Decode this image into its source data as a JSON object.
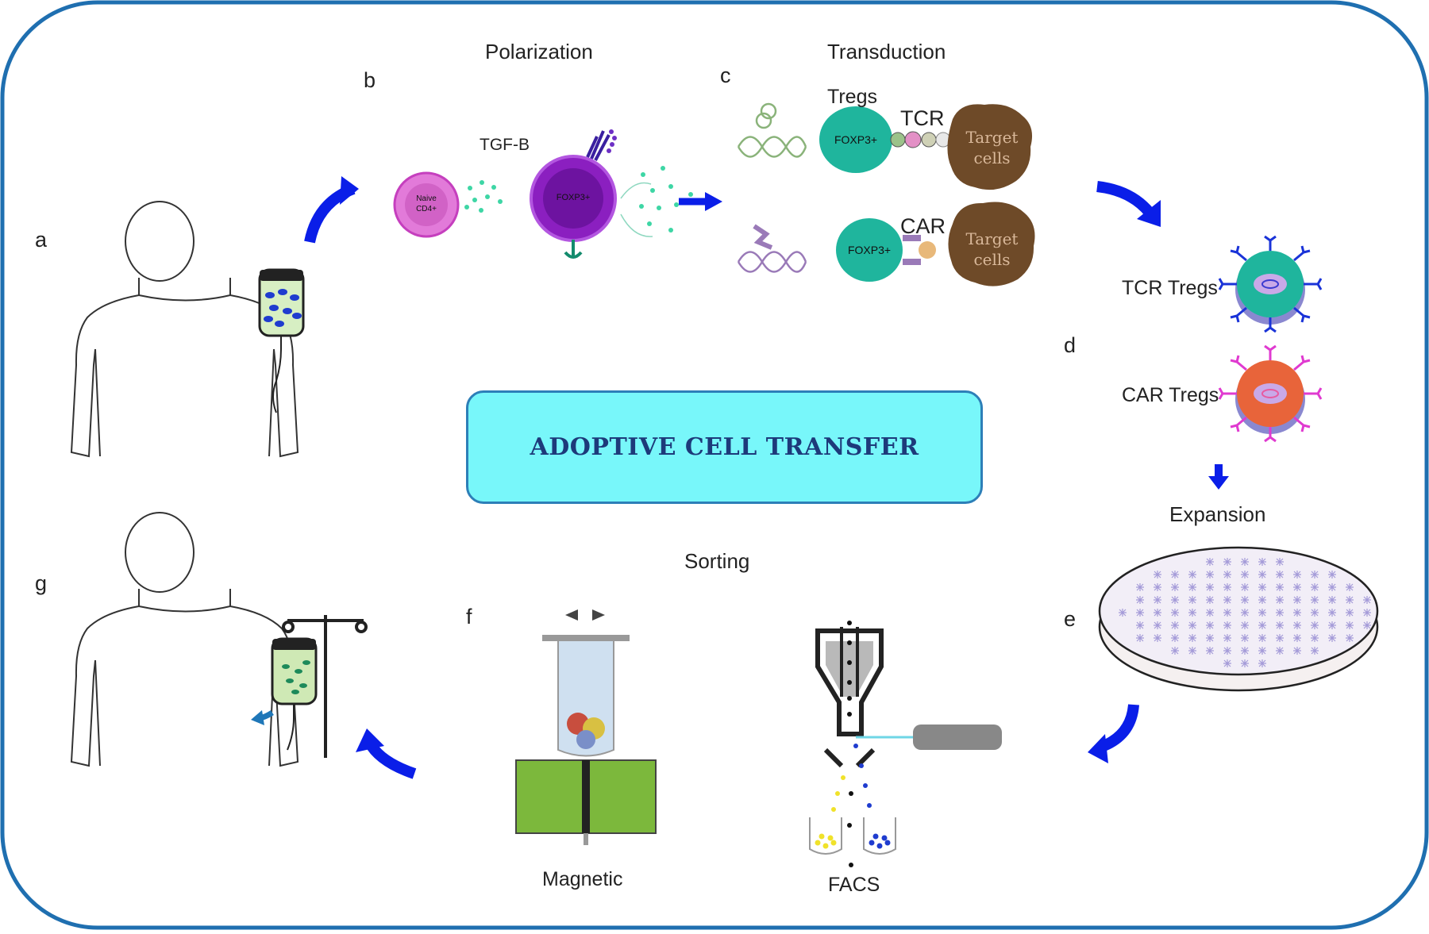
{
  "title": "ADOPTIVE CELL TRANSFER",
  "panels": {
    "a": "a",
    "b": "b",
    "c": "c",
    "d": "d",
    "e": "e",
    "f": "f",
    "g": "g"
  },
  "sections": {
    "polarization": "Polarization",
    "transduction": "Transduction",
    "sorting": "Sorting",
    "expansion": "Expansion"
  },
  "labels": {
    "tgf": "TGF-B",
    "naive_cd4": "Naive CD4+",
    "foxp3_big": "FOXP3+",
    "tregs": "Tregs",
    "tcr": "TCR",
    "car": "CAR",
    "foxp3_tcr": "FOXP3+",
    "foxp3_car": "FOXP3+",
    "target_cells_1": "Target cells",
    "target_cells_2": "Target cells",
    "tcr_tregs": "TCR Tregs",
    "car_tregs": "CAR Tregs",
    "magnetic": "Magnetic",
    "facs": "FACS"
  },
  "colors": {
    "frame": "#1f6fb0",
    "arrow": "#0a1ee8",
    "title_bg": "#78f7fa",
    "naive_cell": "#e27ad9",
    "treg_cell": "#8b1fc0",
    "foxp3_green": "#1fb59d",
    "target_brown": "#6e4a28",
    "magnet_green": "#7cb83c"
  }
}
